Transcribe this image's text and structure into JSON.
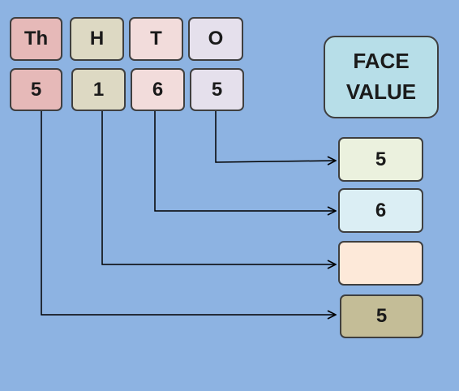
{
  "place_headers": [
    {
      "label": "Th",
      "color": "#e6b9b8"
    },
    {
      "label": "H",
      "color": "#ddd9c3"
    },
    {
      "label": "T",
      "color": "#f2dcdb"
    },
    {
      "label": "O",
      "color": "#e5e0ec"
    }
  ],
  "digits": [
    {
      "value": "5",
      "color": "#e6b9b8"
    },
    {
      "value": "1",
      "color": "#ddd9c3"
    },
    {
      "value": "6",
      "color": "#f2dcdb"
    },
    {
      "value": "5",
      "color": "#e5e0ec"
    }
  ],
  "face_value_title": {
    "line1": "FACE",
    "line2": "VALUE",
    "color": "#b7dee8"
  },
  "face_values": [
    {
      "value": "5",
      "color": "#ebf1de"
    },
    {
      "value": "6",
      "color": "#dbeef4"
    },
    {
      "value": "",
      "color": "#fde9d9"
    },
    {
      "value": "5",
      "color": "#c4bd97"
    }
  ],
  "colors": {
    "background": "#8db3e2",
    "arrow": "#000000"
  }
}
